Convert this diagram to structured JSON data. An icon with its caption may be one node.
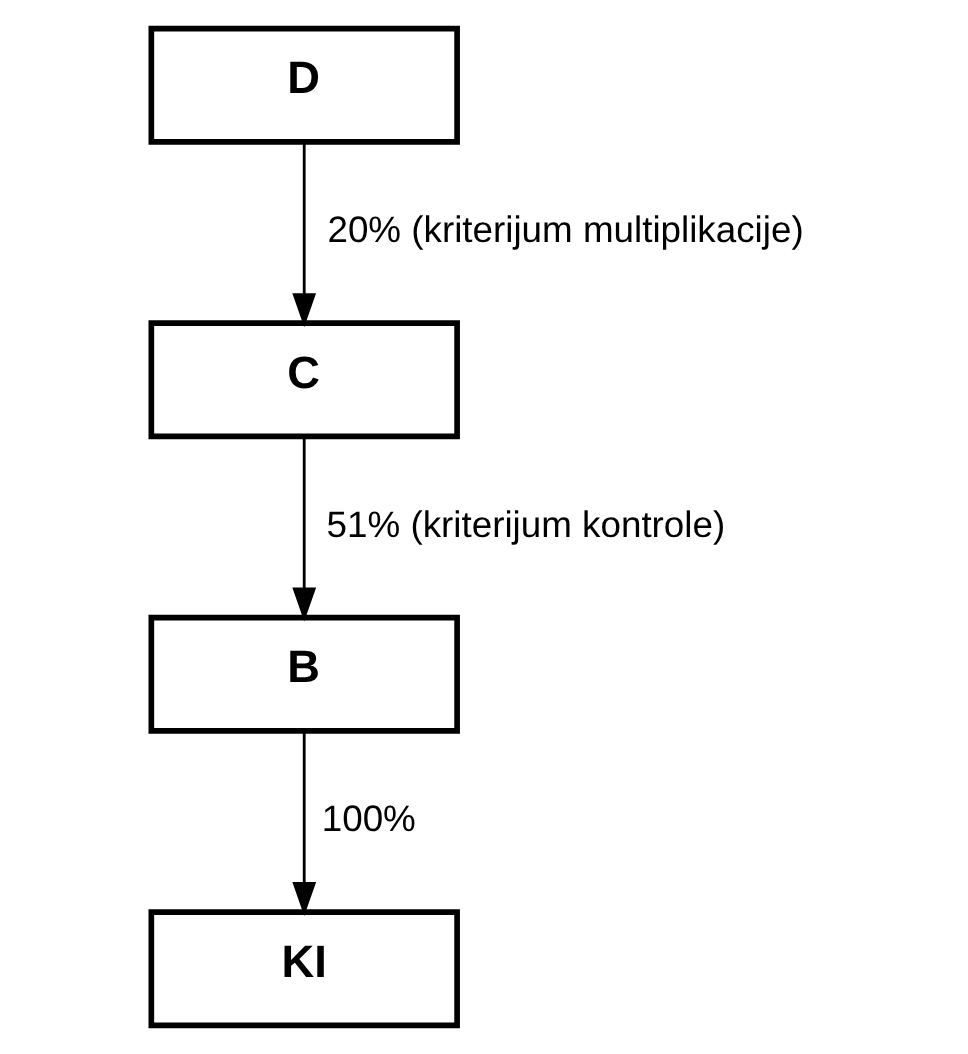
{
  "diagram": {
    "nodes": [
      {
        "text": [
          "D"
        ]
      },
      {
        "text": [
          "C"
        ]
      },
      {
        "text": [
          "B"
        ]
      },
      {
        "text": [
          "KI"
        ]
      }
    ],
    "edges": [
      {
        "from": 0,
        "to": 1,
        "arrow": "to",
        "label": "20% (kriterijum multiplikacije)"
      },
      {
        "from": 1,
        "to": 2,
        "arrow": "to",
        "label": "51% (kriterijum kontrole)"
      },
      {
        "from": 2,
        "to": 3,
        "arrow": "to",
        "label": "100%"
      }
    ]
  }
}
